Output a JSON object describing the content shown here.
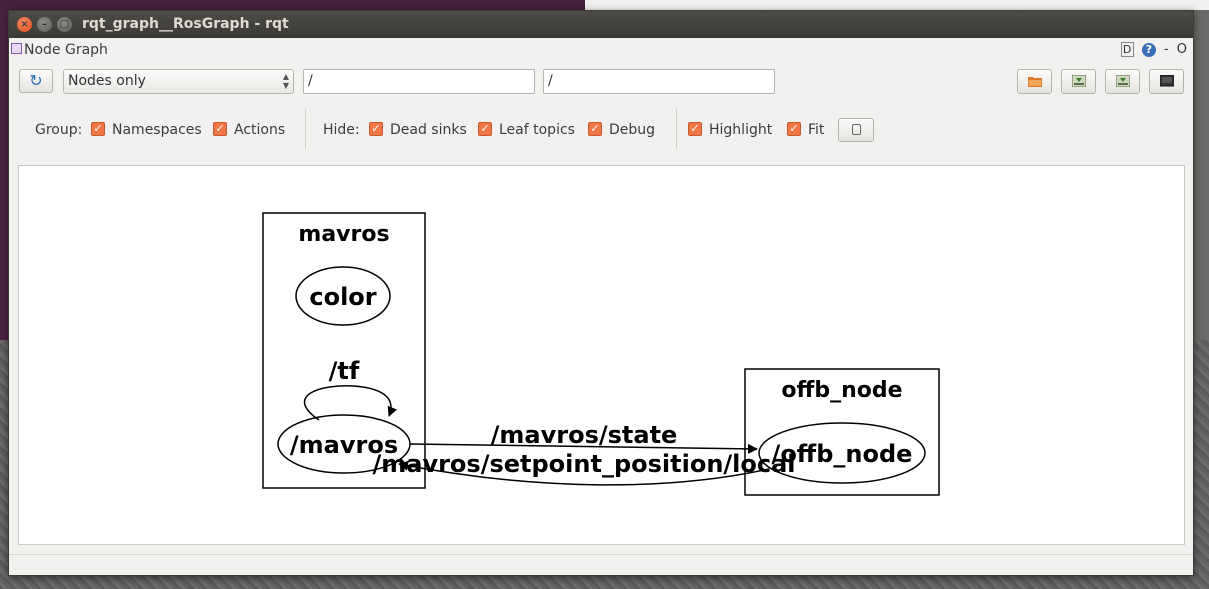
{
  "window": {
    "title": "rqt_graph__RosGraph - rqt",
    "close_symbol": "×",
    "min_symbol": "–",
    "max_symbol": "□"
  },
  "dock": {
    "title": "Node Graph",
    "d_label": "D",
    "help_label": "?",
    "minimize_label": "-",
    "close_label": "O"
  },
  "toolbar": {
    "refresh_icon": "refresh-icon",
    "mode_select": "Nodes only",
    "node_filter": "/",
    "topic_filter": "/",
    "buttons": [
      "load-icon",
      "save-dot-icon",
      "save-image-icon",
      "screenshot-icon"
    ]
  },
  "options": {
    "group_label": "Group:",
    "namespaces": "Namespaces",
    "actions": "Actions",
    "hide_label": "Hide:",
    "dead_sinks": "Dead sinks",
    "leaf_topics": "Leaf topics",
    "debug": "Debug",
    "highlight": "Highlight",
    "fit": "Fit",
    "check": "✓"
  },
  "graph": {
    "clusters": [
      {
        "id": "mavros_cluster",
        "label": "mavros"
      },
      {
        "id": "offb_cluster",
        "label": "offb_node"
      }
    ],
    "nodes": [
      {
        "id": "color",
        "label": "color"
      },
      {
        "id": "mavros_node",
        "label": "/mavros"
      },
      {
        "id": "offb_node",
        "label": "/offb_node"
      }
    ],
    "edges": [
      {
        "from": "mavros_node",
        "to": "mavros_node",
        "label": "/tf"
      },
      {
        "from": "mavros_node",
        "to": "offb_node",
        "label": "/mavros/state"
      },
      {
        "from": "offb_node",
        "to": "mavros_node",
        "label": "/mavros/setpoint_position/local"
      }
    ]
  }
}
